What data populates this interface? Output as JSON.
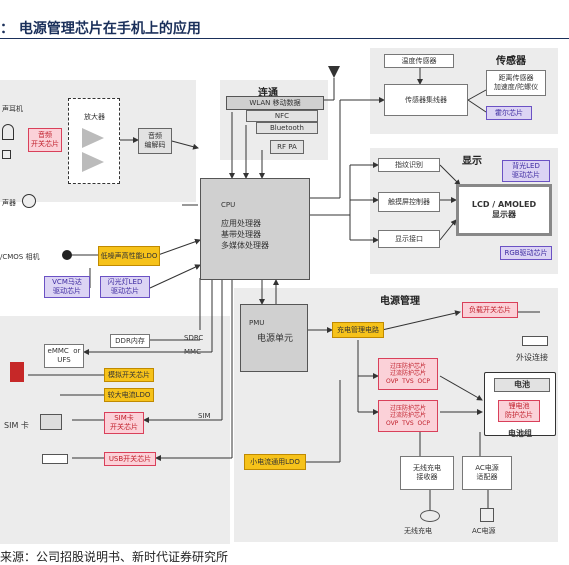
{
  "title": "：  电源管理芯片在手机上的应用",
  "source": "来源：公司招股说明书、新时代证券研究所",
  "audio": {
    "earphone": "声耳机",
    "switch_chip": "音频\n开关芯片",
    "amp": "放大器",
    "codec": "音频\n编解码",
    "mic": "声器"
  },
  "comm": {
    "heading": "连通",
    "wlan": "WLAN   移动数据",
    "nfc": "NFC",
    "bt": "Bluetooth",
    "rfpa": "RF PA"
  },
  "sensor": {
    "heading": "传感器",
    "temp": "温度传感器",
    "hub": "传感器集线器",
    "prox": "距离传感器\n加速度/陀螺仪",
    "hall": "霍尔芯片"
  },
  "display": {
    "heading": "显示",
    "fp": "指纹识别",
    "touch": "触摸屏控制器",
    "iface": "显示接口",
    "lcd": "LCD / AMOLED\n显示器",
    "backlight": "背光LED\n驱动芯片",
    "rgb": "RGB驱动芯片"
  },
  "cpu": {
    "label": "CPU",
    "roles": "应用处理器\n基带处理器\n多媒体处理器"
  },
  "camera": {
    "cmos": "/CMOS 相机",
    "ldo": "低噪声高性能LDO",
    "vcm": "VCM马达\n驱动芯片",
    "flash": "闪光灯LED\n驱动芯片"
  },
  "memory": {
    "ddr": "DDR内存",
    "emmc": "eMMC  or\nUFS",
    "sdrc": "SDRC",
    "mmc": "MMC",
    "sim": "SIM",
    "analog": "模拟开关芯片",
    "biglde": "较大电流LDO"
  },
  "sim": {
    "label": "SIM 卡",
    "chip": "SIM卡\n开关芯片"
  },
  "usb": {
    "chip": "USB开关芯片"
  },
  "power": {
    "heading": "电源管理",
    "pmu": "PMU",
    "pmu_unit": "电源单元",
    "charge": "充电管理电路",
    "load": "负载开关芯片",
    "ext": "外设连接",
    "ovp1": "过压防护芯片\n过流防护芯片\nOVP  TVS  OCP",
    "ovp2": "过压防护芯片\n过流防护芯片\nOVP  TVS  OCP",
    "battery": "电池",
    "li_prot": "锂电池\n防护芯片",
    "pack": "电池组",
    "small_ldo": "小电流通用LDO",
    "wl_rx": "无线充电\n接收器",
    "ac": "AC电源\n适配器",
    "wl_charge": "无线充电",
    "ac_power": "AC电源"
  }
}
